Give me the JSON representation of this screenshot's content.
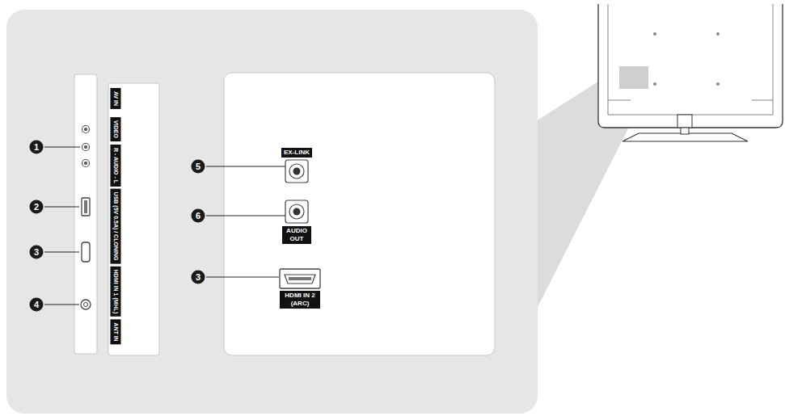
{
  "diagram": {
    "labels": [
      "1",
      "2",
      "3",
      "4",
      "AV IN",
      "VIDEO",
      "R - AUDIO - L",
      "USB (5V 0.5A) / CLONING",
      "HDMI IN 1 (MHL)",
      "ANT IN",
      "5",
      "6",
      "3",
      "EX-LINK",
      "AUDIO OUT",
      "HDMI IN 2 (ARC)"
    ]
  }
}
